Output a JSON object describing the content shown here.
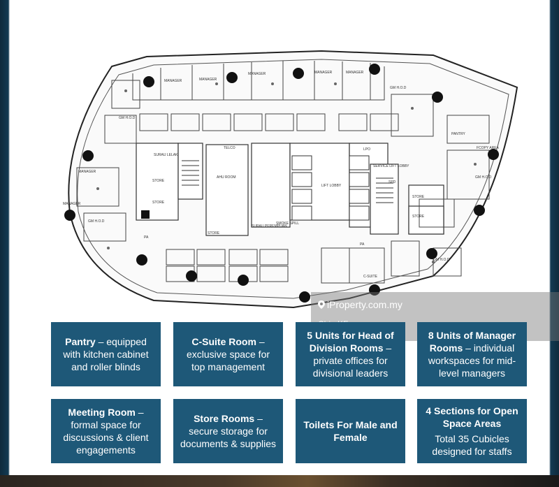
{
  "plan_labels": {
    "manager": "MANAGER",
    "gm_hod": "GM H.O.D",
    "pantry": "PANTRY",
    "fcopy_area": "FCOPY AREA",
    "telco": "TELCO",
    "surau_lelaki": "SURAU LELAKI",
    "store": "STORE",
    "ahu_room": "AHU ROOM",
    "lift_lobby": "LIFT LOBBY",
    "service_lift_lobby": "SERVICE LIFT LOBBY",
    "surau_perempuan": "SURAU PEREMPUAN",
    "smoke_spill": "SMOKE SPILL",
    "c_suite": "C-SUITE",
    "pa": "PA",
    "lpo": "LPO",
    "spd": "SPD"
  },
  "watermark": {
    "site": "iProperty.com.my",
    "author": "Chin KF"
  },
  "cards": [
    {
      "title": "Pantry",
      "desc": " – equipped with kitchen cabinet and roller blinds"
    },
    {
      "title": "C-Suite Room",
      "desc": " – exclusive space for top management"
    },
    {
      "title": "5 Units for Head of Division Rooms",
      "desc": " – private offices for divisional leaders"
    },
    {
      "title": "8 Units of Manager Rooms",
      "desc": " – individual workspaces for mid-level managers"
    },
    {
      "title": "Meeting Room",
      "desc": " – formal space for discussions & client engagements"
    },
    {
      "title": "Store Rooms",
      "desc": " – secure storage for documents & supplies"
    },
    {
      "title": "Toilets For Male and Female",
      "desc": ""
    },
    {
      "title": "4 Sections for Open Space Areas",
      "sub": "Total 35 Cubicles designed for staffs"
    }
  ],
  "colors": {
    "card_bg": "#1e5878",
    "card_text": "#ffffff",
    "column": "#111111"
  }
}
